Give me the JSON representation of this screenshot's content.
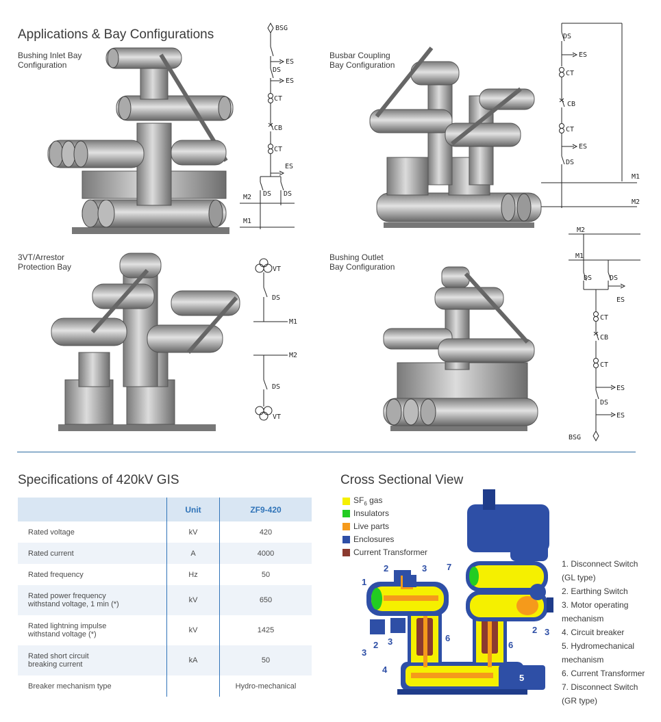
{
  "page_title": "Applications & Bay Configurations",
  "bays": {
    "inlet": "Bushing Inlet Bay\nConfiguration",
    "busbar": "Busbar Coupling\nBay Configuration",
    "vt": "3VT/Arrestor\nProtection Bay",
    "outlet": "Bushing Outlet\nBay Configuration"
  },
  "schematic_labels": {
    "bsg": "BSG",
    "es": "ES",
    "ds": "DS",
    "ct": "CT",
    "cb": "CB",
    "m1": "M1",
    "m2": "M2",
    "vt": "VT"
  },
  "specs": {
    "title": "Specifications of 420kV GIS",
    "col_unit": "Unit",
    "col_model": "ZF9-420",
    "rows": [
      {
        "name": "Rated voltage",
        "unit": "kV",
        "value": "420"
      },
      {
        "name": "Rated current",
        "unit": "A",
        "value": "4000"
      },
      {
        "name": "Rated frequency",
        "unit": "Hz",
        "value": "50"
      },
      {
        "name": "Rated power frequency\nwithstand voltage, 1 min (*)",
        "unit": "kV",
        "value": "650"
      },
      {
        "name": "Rated lightning impulse\nwithstand voltage (*)",
        "unit": "kV",
        "value": "1425"
      },
      {
        "name": "Rated short circuit\nbreaking current",
        "unit": "kA",
        "value": "50"
      },
      {
        "name": "Breaker mechanism type",
        "unit": "",
        "value": "Hydro-mechanical"
      }
    ]
  },
  "cross_section": {
    "title": "Cross Sectional View",
    "legend": [
      {
        "label_pre": "SF",
        "label_sub": "6",
        "label_post": " gas",
        "color": "#f5f000"
      },
      {
        "label": "Insulators",
        "color": "#22cc22"
      },
      {
        "label": "Live parts",
        "color": "#f59a1b"
      },
      {
        "label": "Enclosures",
        "color": "#2e4fa6"
      },
      {
        "label": "Current Transformer",
        "color": "#8b3a2f"
      }
    ],
    "components": [
      "1. Disconnect Switch\n(GL type)",
      "2. Earthing Switch",
      "3. Motor operating\nmechanism",
      "4. Circuit breaker",
      "5. Hydromechanical\nmechanism",
      "6. Current Transformer",
      "7. Disconnect Switch\n(GR type)"
    ],
    "callouts": [
      "1",
      "2",
      "3",
      "4",
      "5",
      "6",
      "7"
    ]
  }
}
